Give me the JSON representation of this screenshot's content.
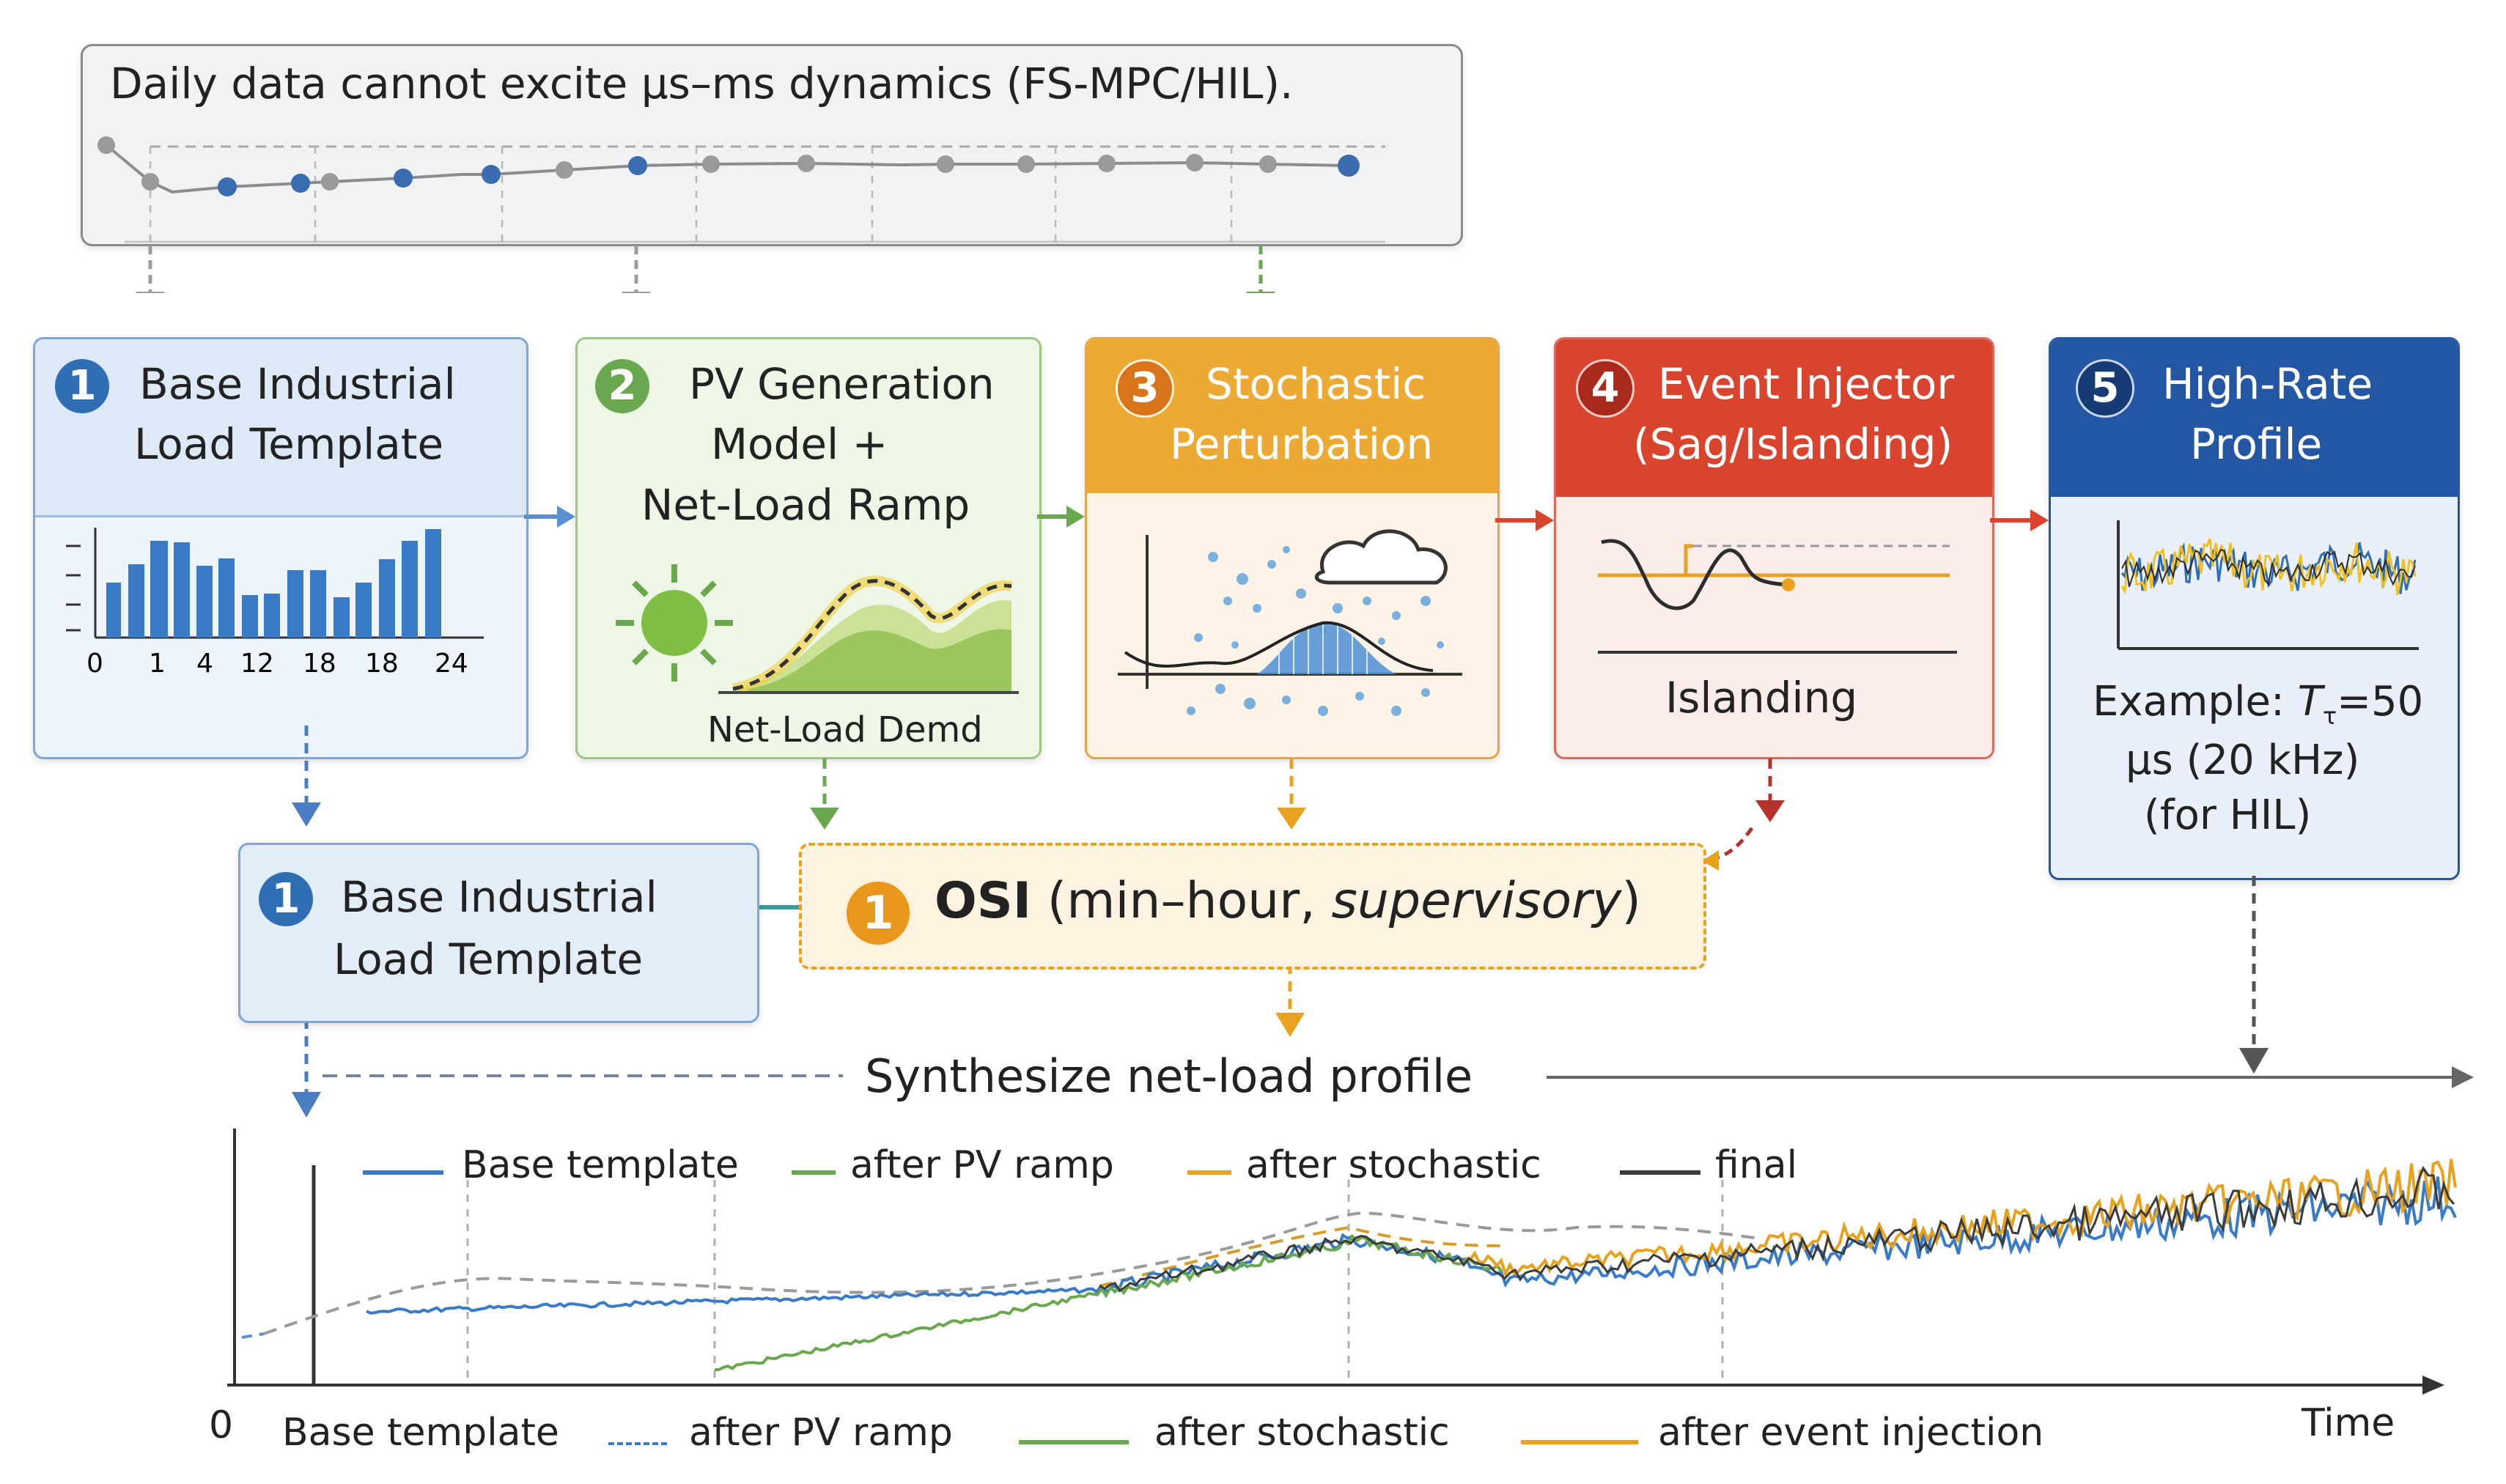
{
  "top_banner": {
    "text": "Daily data cannot excite μs–ms dynamics (FS-MPC/HIL)."
  },
  "stages": [
    {
      "number": "1",
      "title_line1": "Base Industrial",
      "title_line2": "Load Template",
      "axis_ticks": [
        "0",
        "1",
        "4",
        "12",
        "18",
        "18",
        "24"
      ],
      "accent": "#2f6db5"
    },
    {
      "number": "2",
      "title_line1": "PV Generation",
      "title_line2": "Model +",
      "title_line3": "Net-Load Ramp",
      "footer": "Net-Load Demd",
      "accent": "#6aa84f"
    },
    {
      "number": "3",
      "title_line1": "Stochastic",
      "title_line2": "Perturbation",
      "accent": "#e69b23"
    },
    {
      "number": "4",
      "title_line1": "Event Injector",
      "title_line2": "(Sag/Islanding)",
      "footer": "Islanding",
      "accent": "#d9442e"
    },
    {
      "number": "5",
      "title_line1": "High-Rate",
      "title_line2": "Profile",
      "example_prefix": "Example: ",
      "example_var": "T",
      "example_sub": "τ",
      "example_line1_rest": "=50",
      "example_line2": "μs (20 kHz)",
      "example_line3": "(for HIL)",
      "accent": "#2457a3"
    }
  ],
  "second_row": {
    "base_card": {
      "number": "1",
      "line1": "Base Industrial",
      "line2": "Load Template"
    },
    "osi": {
      "number": "1",
      "label": "OSI",
      "paren_open": " (min–hour, ",
      "italic": "supervisory",
      "paren_close": ")"
    }
  },
  "synth_label": "Synthesize net-load profile",
  "bottom_chart": {
    "legend_top": [
      "Base template",
      "after PV ramp",
      "after stochastic",
      "final"
    ],
    "legend_bottom": [
      "Base template",
      "after PV ramp",
      "after stochastic",
      "after event injection"
    ],
    "x_origin_label": "0",
    "x_axis_label": "Time"
  },
  "colors": {
    "blue": "#3a7bc8",
    "green": "#6aa84f",
    "orange": "#e8a21f",
    "red": "#d9442e",
    "navy": "#2457a3",
    "dark": "#3b3b3b",
    "gray": "#9a9a9a"
  },
  "icons": [
    "sun-icon",
    "cloud-icon",
    "rain-drops-icon"
  ]
}
